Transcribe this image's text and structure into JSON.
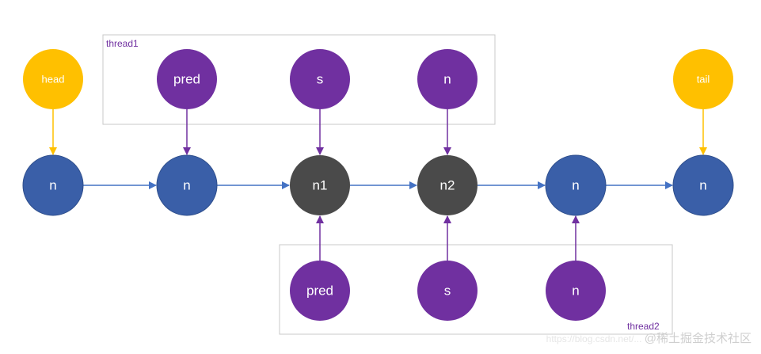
{
  "colors": {
    "blue_node": "#3A5FA8",
    "blue_border": "#2F4F8C",
    "dark_node": "#4A4A4A",
    "purple_node": "#7030A0",
    "yellow_node": "#FFC000",
    "blue_arrow": "#4472C4",
    "purple_arrow": "#7030A0",
    "yellow_arrow": "#FFC000",
    "box_border": "#C8C8C8",
    "box_label": "#7030A0",
    "node_text": "#ffffff"
  },
  "boxes": {
    "thread1": {
      "label": "thread1"
    },
    "thread2": {
      "label": "thread2"
    }
  },
  "nodes": {
    "head": {
      "label": "head",
      "kind": "yellow"
    },
    "tail": {
      "label": "tail",
      "kind": "yellow"
    },
    "list0": {
      "label": "n",
      "kind": "blue"
    },
    "list1": {
      "label": "n",
      "kind": "blue"
    },
    "list2": {
      "label": "n1",
      "kind": "dark"
    },
    "list3": {
      "label": "n2",
      "kind": "dark"
    },
    "list4": {
      "label": "n",
      "kind": "blue"
    },
    "list5": {
      "label": "n",
      "kind": "blue"
    },
    "t1_pred": {
      "label": "pred",
      "kind": "purple"
    },
    "t1_s": {
      "label": "s",
      "kind": "purple"
    },
    "t1_n": {
      "label": "n",
      "kind": "purple"
    },
    "t2_pred": {
      "label": "pred",
      "kind": "purple"
    },
    "t2_s": {
      "label": "s",
      "kind": "purple"
    },
    "t2_n": {
      "label": "n",
      "kind": "purple"
    }
  },
  "edges": [
    {
      "from": "list0",
      "to": "list1",
      "kind": "blue"
    },
    {
      "from": "list1",
      "to": "list2",
      "kind": "blue"
    },
    {
      "from": "list2",
      "to": "list3",
      "kind": "blue"
    },
    {
      "from": "list3",
      "to": "list4",
      "kind": "blue"
    },
    {
      "from": "list4",
      "to": "list5",
      "kind": "blue"
    },
    {
      "from": "head",
      "to": "list0",
      "kind": "yellow"
    },
    {
      "from": "tail",
      "to": "list5",
      "kind": "yellow"
    },
    {
      "from": "t1_pred",
      "to": "list1",
      "kind": "purple"
    },
    {
      "from": "t1_s",
      "to": "list2",
      "kind": "purple"
    },
    {
      "from": "t1_n",
      "to": "list3",
      "kind": "purple"
    },
    {
      "from": "t2_pred",
      "to": "list2",
      "kind": "purple"
    },
    {
      "from": "t2_s",
      "to": "list3",
      "kind": "purple"
    },
    {
      "from": "t2_n",
      "to": "list4",
      "kind": "purple"
    }
  ],
  "watermark": {
    "url": "https://blog.csdn.net/...",
    "brand": "@稀土掘金技术社区"
  }
}
